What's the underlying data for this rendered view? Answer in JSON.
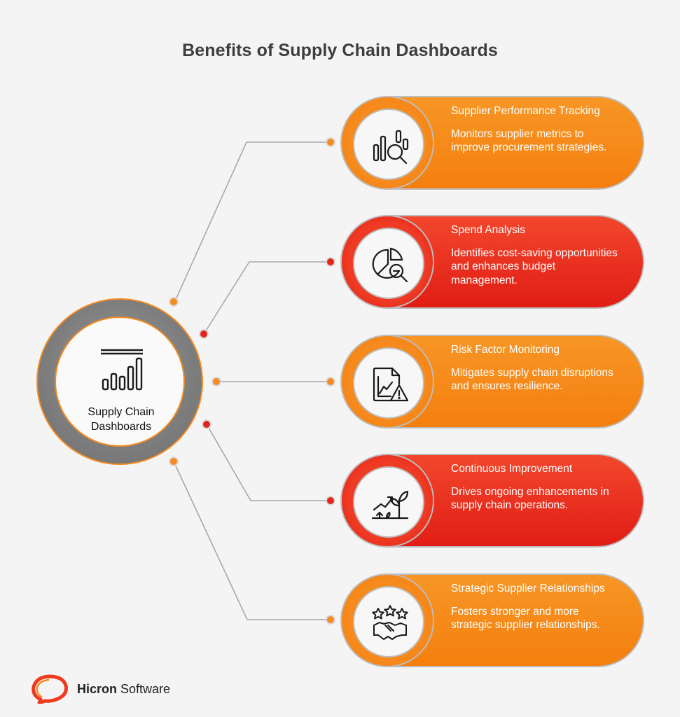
{
  "title": "Benefits of Supply Chain Dashboards",
  "hub": {
    "label_line1": "Supply Chain",
    "label_line2": "Dashboards",
    "icon": "bar-chart-icon"
  },
  "benefits": [
    {
      "heading": "Supplier Performance Tracking",
      "description": "Monitors supplier metrics to improve procurement strategies.",
      "color": "orange",
      "icon": "chart-magnifier-icon"
    },
    {
      "heading": "Spend Analysis",
      "description": "Identifies cost-saving opportunities and enhances budget management.",
      "color": "red",
      "icon": "pie-chart-magnifier-icon"
    },
    {
      "heading": "Risk Factor Monitoring",
      "description": "Mitigates supply chain disruptions and ensures resilience.",
      "color": "orange",
      "icon": "document-warning-icon"
    },
    {
      "heading": "Continuous Improvement",
      "description": "Drives ongoing enhancements in supply chain operations.",
      "color": "red",
      "icon": "growth-plant-icon"
    },
    {
      "heading": "Strategic Supplier Relationships",
      "description": "Fosters stronger and more strategic supplier relationships.",
      "color": "orange",
      "icon": "handshake-stars-icon"
    }
  ],
  "colors": {
    "orange": "#f68b1f",
    "red": "#e3241a",
    "gray": "#7d7d7d",
    "connector": "#a8a8a8"
  },
  "brand": {
    "name_bold": "Hicron",
    "name_regular": " Software",
    "icon": "hicron-logo-icon"
  }
}
